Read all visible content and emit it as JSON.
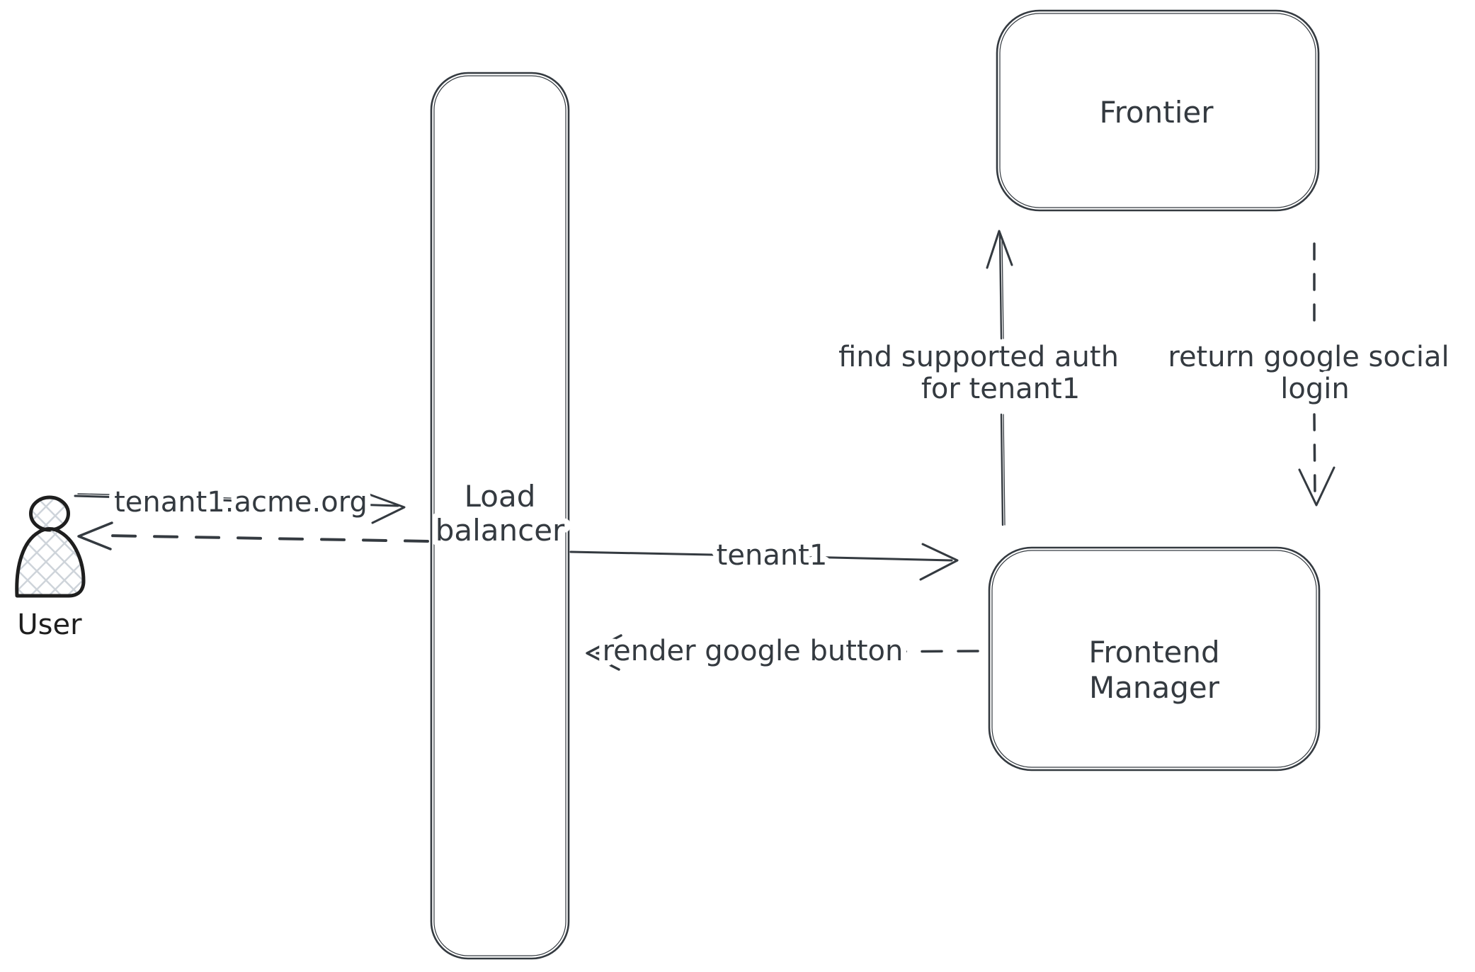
{
  "colors": {
    "bg": "#ffffff",
    "ink": "#343a40",
    "figure_ink": "#1e1e1e",
    "hatch": "#ced4da"
  },
  "actor": {
    "user": {
      "label": "User"
    }
  },
  "boxes": {
    "load_balancer": {
      "lines": [
        "Load",
        "balancer"
      ]
    },
    "frontier": {
      "lines": [
        "Frontier"
      ]
    },
    "frontend_manager": {
      "lines": [
        "Frontend",
        "Manager"
      ]
    }
  },
  "arrows": {
    "user_request": {
      "label": "tenant1.acme.org",
      "style": "solid"
    },
    "response_to_user": {
      "label": "",
      "style": "dashed"
    },
    "lb_to_frontend_manager": {
      "label": "tenant1",
      "style": "solid"
    },
    "render_google_button": {
      "label": "render google button",
      "style": "dashed"
    },
    "find_supported_auth": {
      "lines": [
        "find supported auth",
        "for tenant1"
      ],
      "style": "solid"
    },
    "return_google_social_login": {
      "lines": [
        "return google social",
        "login"
      ],
      "style": "dashed"
    }
  }
}
